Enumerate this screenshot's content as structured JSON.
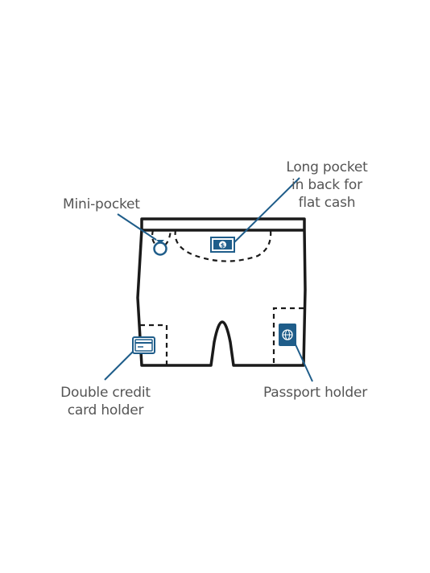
{
  "labels": {
    "long_pocket": "Long pocket\nin back for\nflat cash",
    "mini_pocket": "Mini-pocket",
    "credit_card": "Double credit\ncard holder",
    "passport": "Passport holder"
  },
  "icons": {
    "cash": "cash-icon",
    "ring": "ring-icon",
    "card": "credit-card-icon",
    "passport": "passport-icon"
  },
  "colors": {
    "outline": "#1a1a1a",
    "accent": "#1f5d8a",
    "text": "#555555"
  }
}
